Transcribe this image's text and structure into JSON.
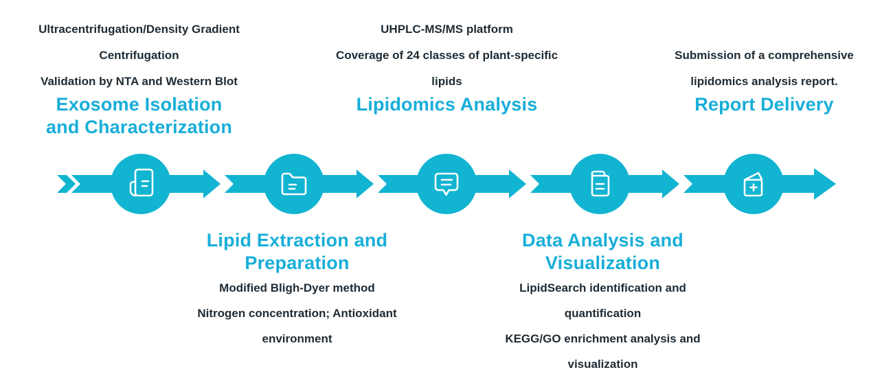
{
  "diagram_title": "Lipidomics workflow process diagram",
  "colors": {
    "accent_shape": "#11b4d1",
    "accent_heading": "#17aed8",
    "dark_text": "#1e2a33",
    "icon_stroke": "#ffffff",
    "background": "#ffffff"
  },
  "flow": {
    "direction": "left-to-right",
    "step_count": 5
  },
  "steps": [
    {
      "title": "Exosome Isolation and Characterization",
      "title_lines": [
        "Exosome Isolation",
        "and Characterization"
      ],
      "detail_lines": [
        "Ultracentrifugation/Density Gradient",
        "Centrifugation",
        "Validation by NTA and Western Blot"
      ],
      "icon": "document",
      "label_position": "above"
    },
    {
      "title": "Lipid Extraction and Preparation",
      "title_lines": [
        "Lipid Extraction and",
        "Preparation"
      ],
      "detail_lines": [
        "Modified Bligh-Dyer method",
        "Nitrogen concentration; Antioxidant",
        "environment"
      ],
      "icon": "folder",
      "label_position": "below"
    },
    {
      "title": "Lipidomics Analysis",
      "title_lines": [
        "Lipidomics Analysis"
      ],
      "detail_lines": [
        "UHPLC-MS/MS platform",
        "Coverage of 24 classes of plant-specific",
        "lipids"
      ],
      "icon": "chat-bubble",
      "label_position": "above"
    },
    {
      "title": "Data Analysis and Visualization",
      "title_lines": [
        "Data Analysis and",
        "Visualization"
      ],
      "detail_lines": [
        "LipidSearch identification and",
        "quantification",
        "KEGG/GO enrichment analysis and",
        "visualization"
      ],
      "icon": "notebook",
      "label_position": "below"
    },
    {
      "title": "Report Delivery",
      "title_lines": [
        "Report Delivery"
      ],
      "detail_lines": [
        "Submission of a comprehensive",
        "lipidomics analysis report."
      ],
      "icon": "card-plus",
      "label_position": "above"
    }
  ]
}
